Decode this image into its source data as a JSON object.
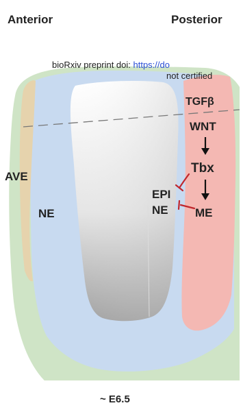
{
  "header": {
    "anterior": "Anterior",
    "posterior": "Posterior"
  },
  "watermark": {
    "line1_prefix": "bioRxiv preprint doi: ",
    "line1_link": "https://do",
    "line2": "not certified"
  },
  "regions": {
    "ave": "AVE",
    "ne_left": "NE",
    "epi": "EPI",
    "ne_right": "NE",
    "me": "ME"
  },
  "pathway": {
    "tgf": "TGFβ",
    "wnt": "WNT",
    "tbx": "Tbx"
  },
  "stage": "~ E6.5",
  "colors": {
    "ave": "#e6d3ad",
    "ne": "#c8daf0",
    "visceral_endoderm": "#cfe4c6",
    "mesoderm": "#f4b8b3",
    "inhibition": "#c0272d",
    "arrow": "#111111"
  }
}
